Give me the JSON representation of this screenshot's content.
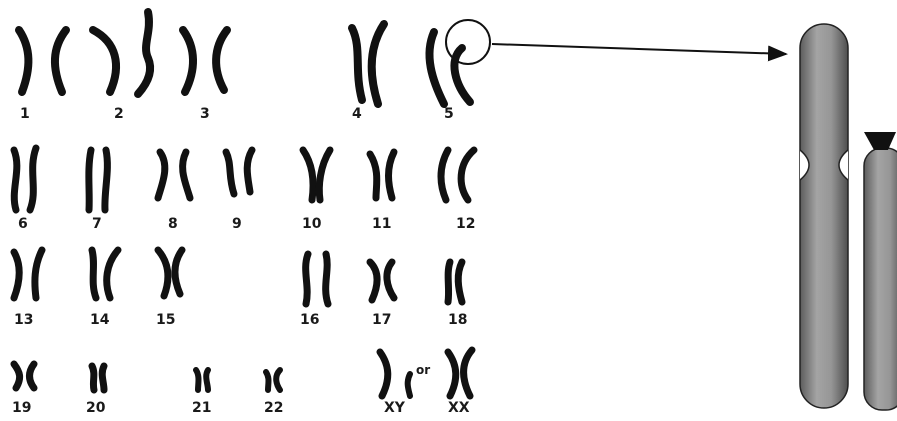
{
  "karyotype": {
    "pairs": [
      {
        "label": "1"
      },
      {
        "label": "2"
      },
      {
        "label": "3"
      },
      {
        "label": "4"
      },
      {
        "label": "5"
      },
      {
        "label": "6"
      },
      {
        "label": "7"
      },
      {
        "label": "8"
      },
      {
        "label": "9"
      },
      {
        "label": "10"
      },
      {
        "label": "11"
      },
      {
        "label": "12"
      },
      {
        "label": "13"
      },
      {
        "label": "14"
      },
      {
        "label": "15"
      },
      {
        "label": "16"
      },
      {
        "label": "17"
      },
      {
        "label": "18"
      },
      {
        "label": "19"
      },
      {
        "label": "20"
      },
      {
        "label": "21"
      },
      {
        "label": "22"
      }
    ],
    "sex": {
      "or_text": "or",
      "xy_label": "XY",
      "xx_label": "XX"
    }
  },
  "colors": {
    "chromosome": "#111111",
    "magnified_fill": "#8a8a8a",
    "outline": "#222222"
  },
  "icons": {
    "highlight": "circle-highlight",
    "pointer": "arrow-right"
  }
}
